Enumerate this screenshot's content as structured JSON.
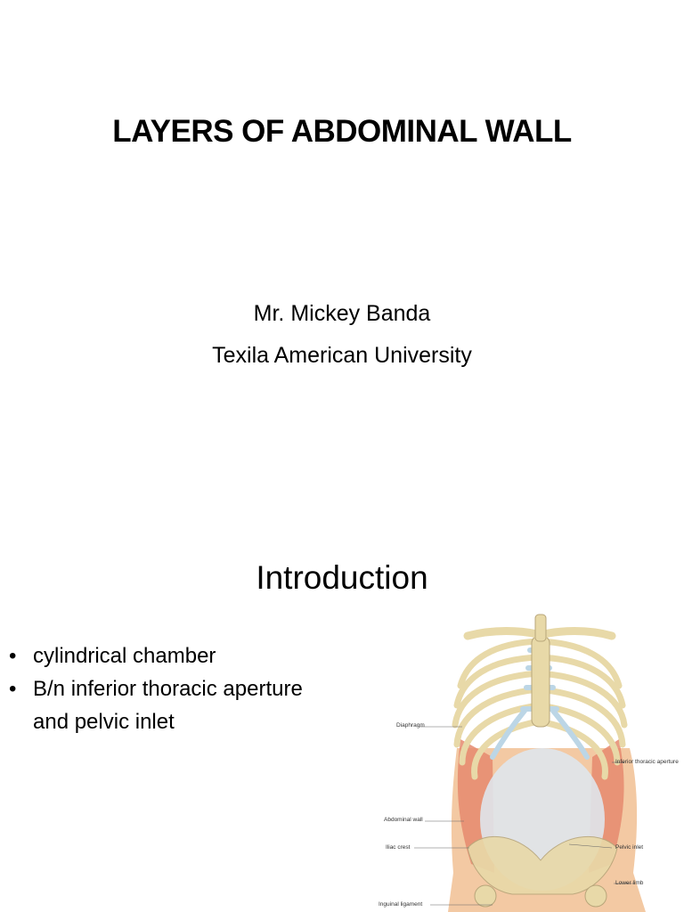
{
  "slide1": {
    "title": "LAYERS OF ABDOMINAL WALL",
    "presenter": "Mr. Mickey Banda",
    "institution": "Texila American University"
  },
  "slide2": {
    "title": "Introduction",
    "bullets": [
      "cylindrical chamber",
      "B/n inferior thoracic aperture and pelvic inlet"
    ],
    "bullet_symbol": "•",
    "figure_labels": {
      "diaphragm": "Diaphragm",
      "inferior_thoracic_aperture": "Inferior thoracic aperture",
      "abdominal_wall": "Abdominal wall",
      "iliac_crest": "Iliac crest",
      "pelvic_inlet": "Pelvic inlet",
      "lower_limb": "Lower limb",
      "inguinal_ligament": "Inguinal ligament"
    }
  },
  "colors": {
    "bone": "#e8d9a8",
    "cartilage": "#bcd6e6",
    "muscle": "#e58a6e",
    "skin": "#f3c9a3",
    "cavity": "#dfe6ec"
  }
}
